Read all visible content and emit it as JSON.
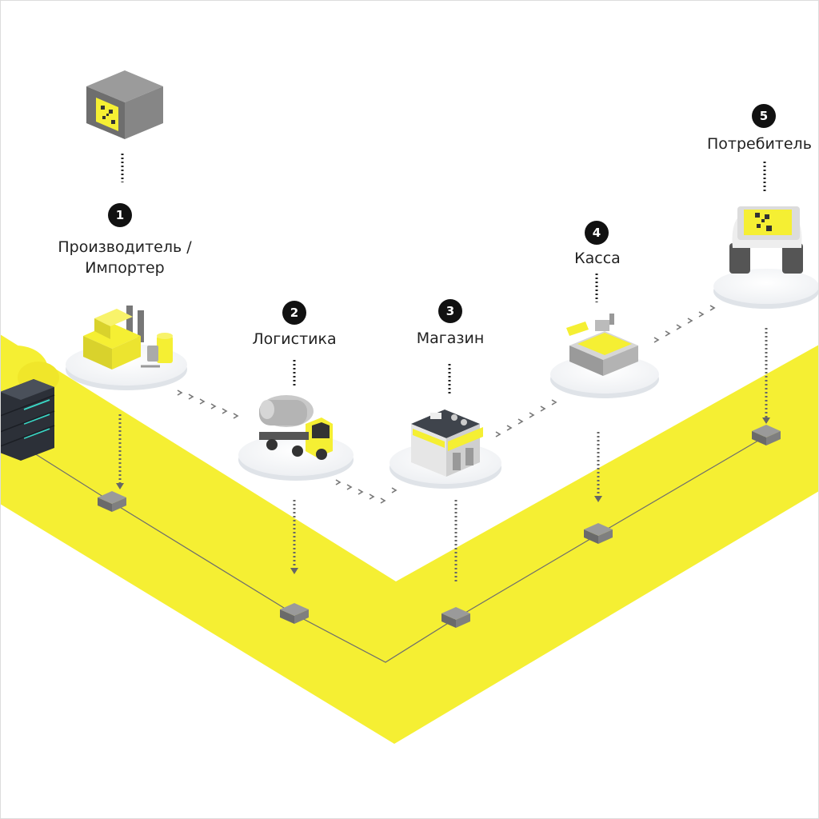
{
  "colors": {
    "accent": "#f5ef33",
    "dark": "#333840",
    "node": "#8c8c8c",
    "badge": "#111111"
  },
  "steps": [
    {
      "number": "1",
      "label": "Производитель /\nИмпортер",
      "icon": "factory-icon"
    },
    {
      "number": "2",
      "label": "Логистика",
      "icon": "truck-icon"
    },
    {
      "number": "3",
      "label": "Магазин",
      "icon": "shop-icon"
    },
    {
      "number": "4",
      "label": "Касса",
      "icon": "cash-register-icon"
    },
    {
      "number": "5",
      "label": "Потребитель",
      "icon": "phone-scan-icon"
    }
  ],
  "extra_icons": [
    "qr-box-icon",
    "server-cloud-icon",
    "blockchain-node-icon"
  ]
}
